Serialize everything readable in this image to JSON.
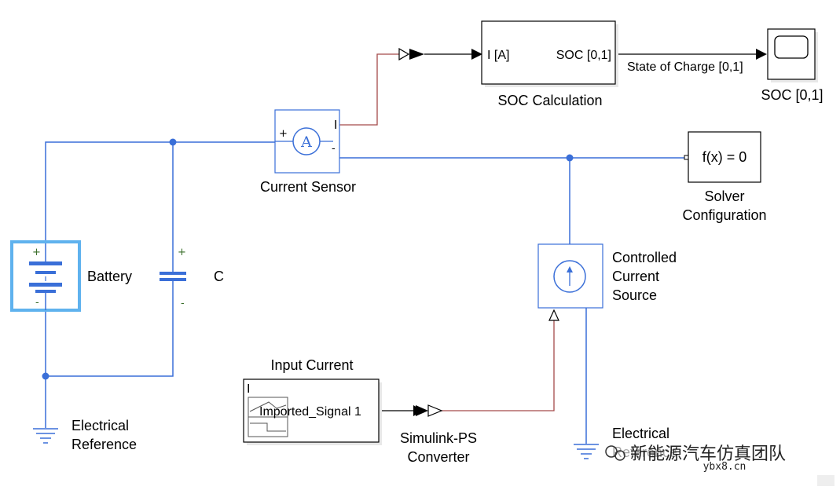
{
  "blocks": {
    "soc_calc": {
      "input_port": "I [A]",
      "output_port": "SOC [0,1]",
      "name": "SOC Calculation"
    },
    "soc_scope": {
      "name": "SOC [0,1]"
    },
    "signal_label": "State of Charge [0,1]",
    "current_sensor": {
      "name": "Current Sensor",
      "symbol": "A",
      "port_i": "I",
      "plus": "+",
      "minus": "-"
    },
    "solver": {
      "expr": "f(x) = 0",
      "name_line1": "Solver",
      "name_line2": "Configuration"
    },
    "battery": {
      "name": "Battery",
      "plus": "+",
      "minus": "-"
    },
    "capacitor": {
      "name": "C",
      "plus": "+",
      "minus": "-"
    },
    "controlled_source": {
      "line1": "Controlled",
      "line2": "Current",
      "line3": "Source"
    },
    "input_current": {
      "title": "Input Current",
      "signal": "Imported_Signal 1",
      "port": "I"
    },
    "converter": {
      "line1": "Simulink-PS",
      "line2": "Converter"
    },
    "ground_left": {
      "line1": "Electrical",
      "line2": "Reference"
    },
    "ground_right": {
      "line1": "Electrical",
      "line2": "Reference"
    }
  },
  "watermark": {
    "text": "新能源汽车仿真团队",
    "site": "ybx8.cn"
  },
  "colors": {
    "physical_wire": "#3a6fd8",
    "signal_wire": "#a44a4a",
    "block_border": "#3a6fd8",
    "battery_highlight": "#5fb2ee"
  }
}
